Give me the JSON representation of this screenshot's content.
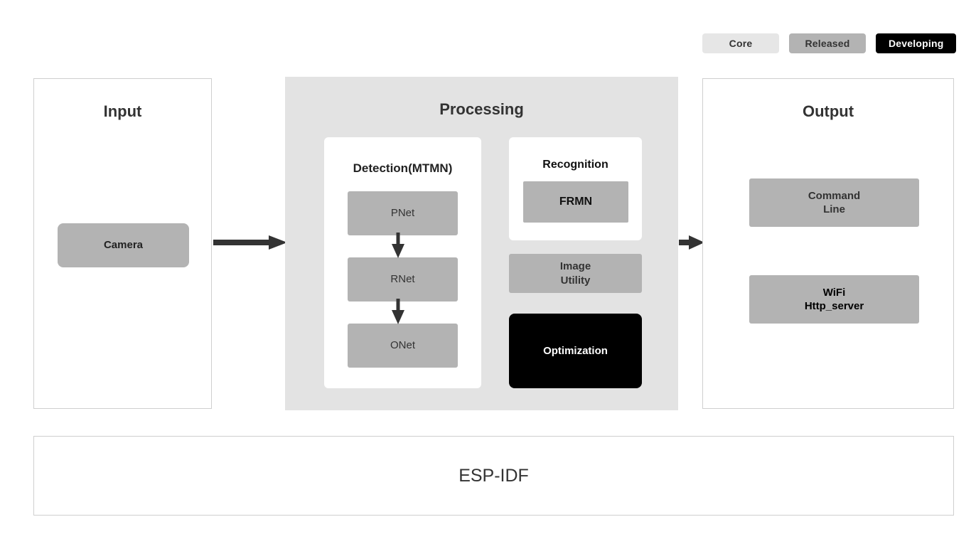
{
  "legend": {
    "items": [
      {
        "label": "Core",
        "color": "#e6e6e6",
        "text_color": "#333333"
      },
      {
        "label": "Released",
        "color": "#b3b3b3",
        "text_color": "#333333"
      },
      {
        "label": "Developing",
        "color": "#000000",
        "text_color": "#ffffff"
      }
    ]
  },
  "panels": {
    "input": {
      "title": "Input",
      "boxes": [
        {
          "label": "Camera",
          "status": "Released",
          "color": "#b3b3b3"
        }
      ]
    },
    "processing": {
      "title": "Processing",
      "detection": {
        "title": "Detection(MTMN)",
        "boxes": [
          {
            "label": "PNet",
            "status": "Released",
            "color": "#b3b3b3"
          },
          {
            "label": "RNet",
            "status": "Released",
            "color": "#b3b3b3"
          },
          {
            "label": "ONet",
            "status": "Released",
            "color": "#b3b3b3"
          }
        ]
      },
      "recognition": {
        "title": "Recognition",
        "boxes": [
          {
            "label": "FRMN",
            "status": "Released",
            "color": "#b3b3b3"
          }
        ]
      },
      "extra_boxes": [
        {
          "label": "Image\nUtility",
          "status": "Released",
          "color": "#b3b3b3"
        },
        {
          "label": "Optimization",
          "status": "Developing",
          "color": "#000000"
        }
      ]
    },
    "output": {
      "title": "Output",
      "boxes": [
        {
          "label": "Command\nLine",
          "status": "Released",
          "color": "#b3b3b3"
        },
        {
          "label": "WiFi\nHttp_server",
          "status": "Released",
          "color": "#b3b3b3"
        }
      ]
    },
    "foundation": {
      "title": "ESP-IDF"
    }
  },
  "arrows": [
    {
      "name": "input-to-processing",
      "direction": "right"
    },
    {
      "name": "processing-to-output",
      "direction": "right"
    },
    {
      "name": "pnet-to-rnet",
      "direction": "down"
    },
    {
      "name": "rnet-to-onet",
      "direction": "down"
    }
  ],
  "colors": {
    "core": "#e6e6e6",
    "released": "#b3b3b3",
    "developing": "#000000",
    "processing_bg": "#e3e3e3",
    "panel_border": "#cfcfcf",
    "arrow": "#333333",
    "text": "#333333"
  }
}
